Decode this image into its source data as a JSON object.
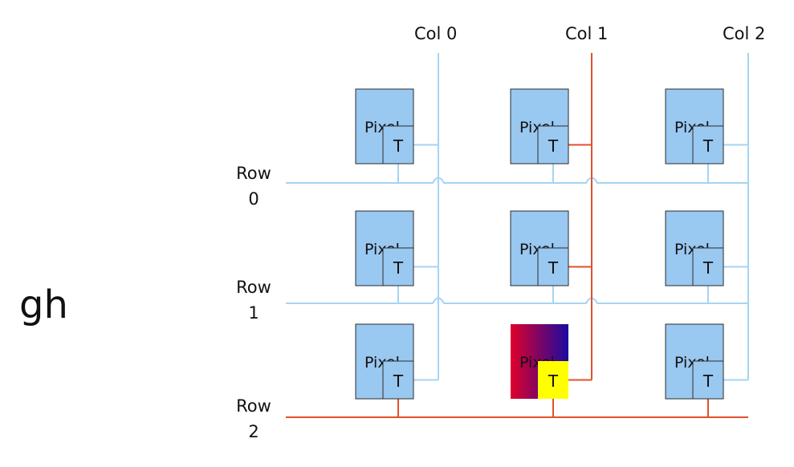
{
  "big_label": "gh",
  "columns": [
    {
      "label": "Col 0",
      "active": false
    },
    {
      "label": "Col 1",
      "active": true
    },
    {
      "label": "Col 2",
      "active": false
    }
  ],
  "rows": [
    {
      "label": "Row\n0",
      "active": false
    },
    {
      "label": "Row\n1",
      "active": false
    },
    {
      "label": "Row\n2",
      "active": true
    }
  ],
  "pixel_label": "Pixel",
  "transistor_label": "T",
  "selected_pixel": {
    "row": 2,
    "col": 1
  },
  "colors": {
    "inactive_line": "#a6d4f2",
    "active_line": "#e3502e",
    "pixel_fill": "#99c8f1",
    "pixel_stroke": "#2b2b2b",
    "selected_gradient_start": "#e0002a",
    "selected_gradient_end": "#1a0aa0",
    "selected_transistor": "#ffff00"
  }
}
